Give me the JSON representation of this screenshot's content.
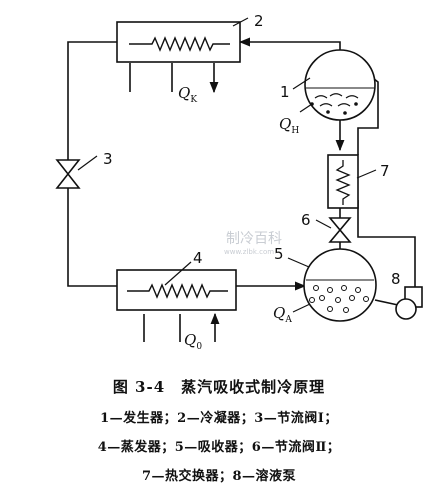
{
  "diagram": {
    "labels": {
      "n1": "1",
      "n2": "2",
      "n3": "3",
      "n4": "4",
      "n5": "5",
      "n6": "6",
      "n7": "7",
      "n8": "8"
    },
    "heat": {
      "qk": "Q",
      "qk_sub": "K",
      "qh": "Q",
      "qh_sub": "H",
      "qa": "Q",
      "qa_sub": "A",
      "q0": "Q",
      "q0_sub": "0"
    },
    "watermark": {
      "brand": "制冷百科",
      "url": "www.zlbk.com"
    }
  },
  "caption": {
    "title": "图 3-4　蒸汽吸收式制冷原理",
    "lines": [
      "1—发生器；2—冷凝器；3—节流阀Ⅰ；",
      "4—蒸发器；5—吸收器；6—节流阀Ⅱ；",
      "7—热交换器；8—溶液泵"
    ]
  }
}
